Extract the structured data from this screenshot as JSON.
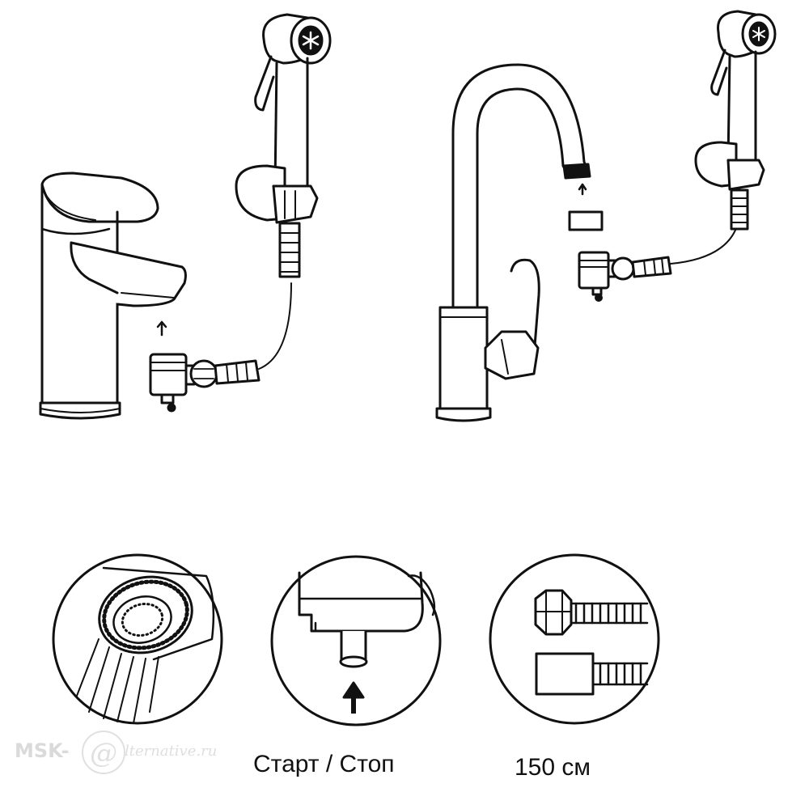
{
  "captions": {
    "start_stop": "Старт / Стоп",
    "hose_length": "150 см"
  },
  "watermark": {
    "left": "MSK-",
    "right": "lternative.ru",
    "symbol": "@"
  },
  "colors": {
    "line": "#111111",
    "background": "#ffffff",
    "watermark": "#bdbdbd"
  }
}
